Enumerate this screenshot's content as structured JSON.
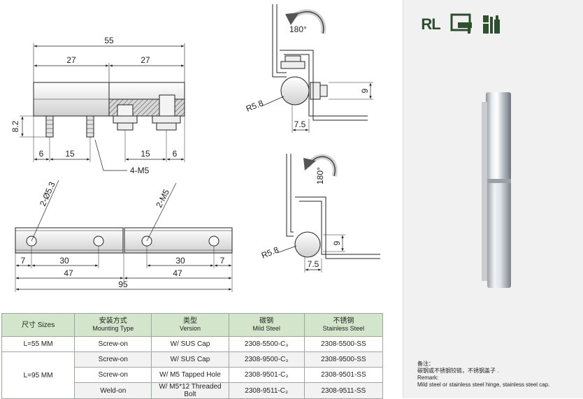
{
  "drawing": {
    "top_view": {
      "overall_length": "55",
      "half_left": "27",
      "half_right": "27",
      "height": "8.2",
      "pin_offset_left": "6",
      "pin_spacing_left": "15",
      "pin_spacing_right": "15",
      "pin_offset_right": "6",
      "thread_callout": "4-M5"
    },
    "plan_view": {
      "hole_callout_left": "2-Ø5.3",
      "hole_callout_right": "2-M5",
      "edge_left": "7",
      "hole_spacing_left": "30",
      "hole_spacing_right": "30",
      "edge_right": "7",
      "half_left": "47",
      "half_right": "47",
      "overall_length": "95"
    },
    "rotation_view_top": {
      "rotation": "180°",
      "radius": "R5.8",
      "offset_h": "9",
      "offset_w": "7.5"
    },
    "rotation_view_bottom": {
      "rotation": "180°",
      "radius": "R5.8",
      "offset_h": "9",
      "offset_w": "7.5"
    }
  },
  "table": {
    "headers": [
      {
        "zh": "尺寸",
        "en": "Sizes"
      },
      {
        "zh": "安装方式",
        "en": "Mounting Type"
      },
      {
        "zh": "类型",
        "en": "Version"
      },
      {
        "zh": "碳钢",
        "en": "Mild Steel"
      },
      {
        "zh": "不锈钢",
        "en": "Stainless Steel"
      }
    ],
    "rows": [
      {
        "size": "L=55 MM",
        "mounting": "Screw-on",
        "version": "W/ SUS Cap",
        "mild": "2308-5500-C₃",
        "stainless": "2308-5500-SS"
      },
      {
        "size": "L=95 MM",
        "mounting": "Screw-on",
        "version": "W/ SUS Cap",
        "mild": "2308-9500-C₃",
        "stainless": "2308-9500-SS"
      },
      {
        "size": "",
        "mounting": "Screw-on",
        "version": "W/ M5 Tapped Hole",
        "mild": "2308-9501-C₃",
        "stainless": "2308-9501-SS"
      },
      {
        "size": "",
        "mounting": "Weld-on",
        "version": "W/ M5*12 Threaded Bolt",
        "mild": "2308-9511-C₃",
        "stainless": "2308-9511-SS"
      }
    ]
  },
  "side_panel": {
    "logo_text": "RL",
    "icons": [
      "screw-mounting-icon",
      "bolt-mounting-icon"
    ],
    "remark_zh_title": "备注：",
    "remark_zh": "碳钢或不锈钢铰链，不锈钢盖子 .",
    "remark_en_title": "Remark:",
    "remark_en": "Mild steel or stainless steel hinge, stainless steel cap.",
    "colors": {
      "panel": "#f1f1f1",
      "table_header": "#d3e6cb",
      "logo": "#2e4f2e"
    }
  }
}
